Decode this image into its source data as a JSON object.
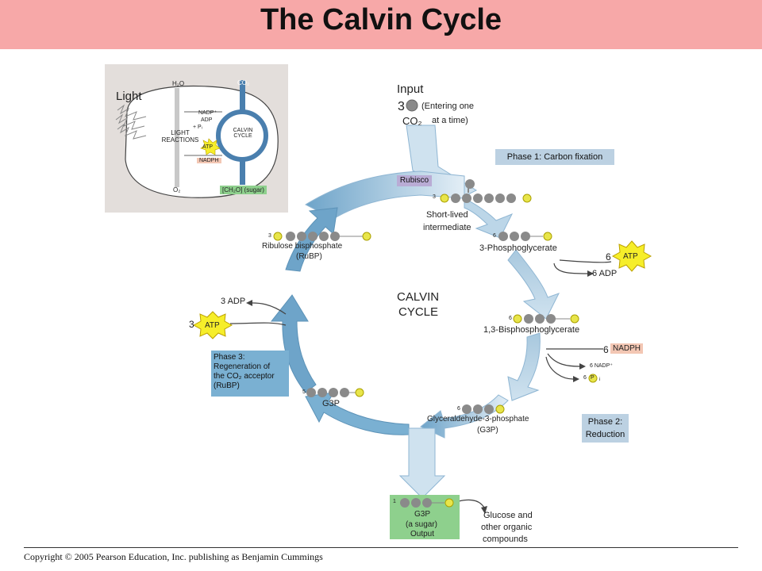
{
  "title": "The Calvin Cycle",
  "copyright": "Copyright © 2005 Pearson Education, Inc. publishing as Benjamin Cummings",
  "inset": {
    "light": "Light",
    "h2o": "H₂O",
    "co2": "CO₂",
    "nadp": "NADP⁺",
    "adp": "ADP",
    "pi": "+ Pᵢ",
    "light_reactions": "LIGHT REACTIONS",
    "calvin_cycle": "CALVIN CYCLE",
    "atp": "ATP",
    "nadph": "NADPH",
    "o2": "O₂",
    "sugar": "[CH₂O] (sugar)"
  },
  "input": {
    "label": "Input",
    "count": "3",
    "co2": "CO₂",
    "note_line1": "(Entering one",
    "note_line2": "at a time)"
  },
  "phase1": "Phase 1: Carbon fixation",
  "phase2_line1": "Phase 2:",
  "phase2_line2": "Reduction",
  "phase3_lines": [
    "Phase 3:",
    "Regeneration of",
    "the CO₂ acceptor",
    "(RuBP)"
  ],
  "rubisco": "Rubisco",
  "center_line1": "CALVIN",
  "center_line2": "CYCLE",
  "intermediate": {
    "count": "3",
    "line1": "Short-lived",
    "line2": "intermediate"
  },
  "pga": {
    "count": "6",
    "label": "3-Phosphoglycerate"
  },
  "bpg": {
    "count": "6",
    "label": "1,3-Bisphosphoglycerate"
  },
  "g3p": {
    "count": "6",
    "label_line1": "Glyceraldehyde-3-phosphate",
    "label_line2": "(G3P)"
  },
  "g3p5": {
    "count": "5",
    "label": "G3P"
  },
  "rubp": {
    "count": "3",
    "label_line1": "Ribulose bisphosphate",
    "label_line2": "(RuBP)"
  },
  "atp_in": {
    "count": "6",
    "label": "ATP"
  },
  "adp_out": "6 ADP",
  "nadph_in": {
    "count": "6",
    "label": "NADPH"
  },
  "nadp_out": "6 NADP⁺",
  "pi_out": {
    "count": "6",
    "symbol": "P",
    "sub": "i"
  },
  "atp3": {
    "count": "3",
    "label": "ATP"
  },
  "adp3": "3 ADP",
  "output": {
    "count": "1",
    "line1": "G3P",
    "line2": "(a sugar)",
    "line3": "Output"
  },
  "glucose_lines": [
    "Glucose and",
    "other organic",
    "compounds"
  ],
  "phosphate_symbol": "P",
  "colors": {
    "title_bg": "#f7a8a8",
    "arrow_light": "#cfe2ef",
    "arrow_dark": "#6ea4c9",
    "phase_box": "#bcd1e2",
    "phase3_box": "#7ab0d2",
    "rubisco_box": "#b9acd5",
    "output_box": "#8ed08d",
    "atp": "#f6ee2a",
    "nadph": "#f3c7b4",
    "carbon": "#8a8a8a",
    "phosphate": "#e8e54a"
  }
}
